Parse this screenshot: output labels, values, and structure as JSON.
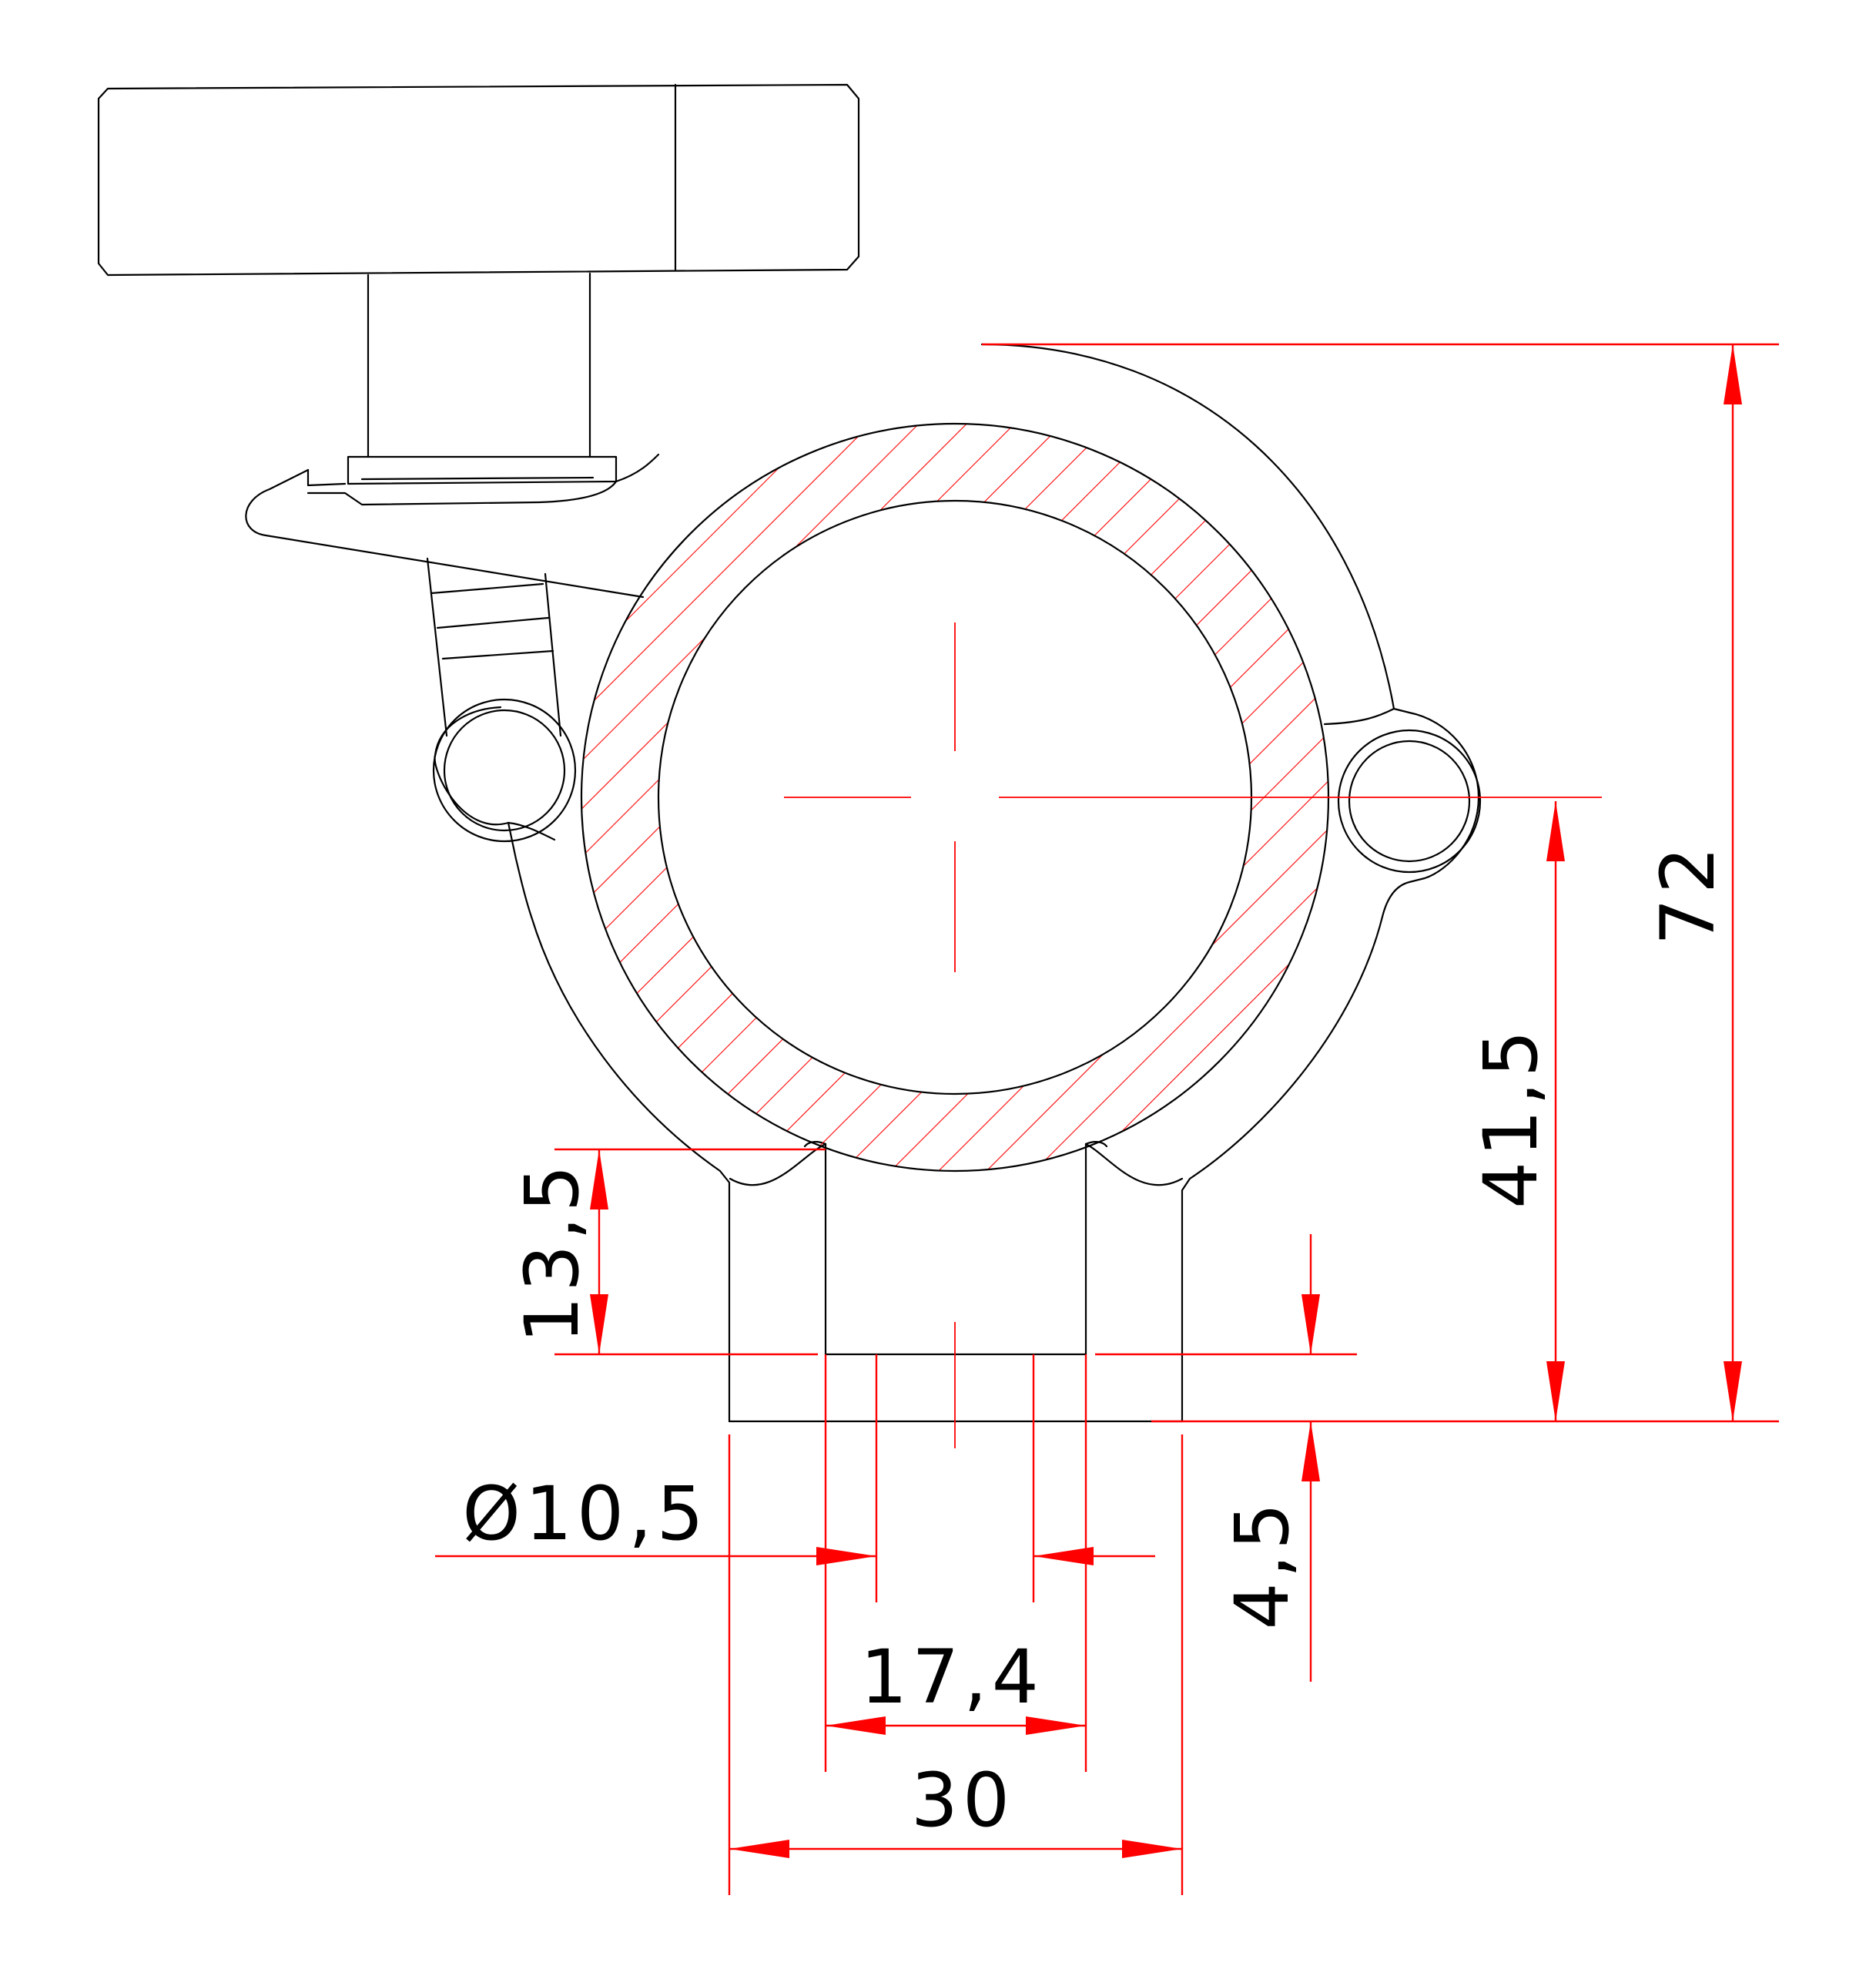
{
  "colors": {
    "outline": "#000000",
    "dimension": "#ff0000",
    "hatch": "#ff0000",
    "background": "#ffffff"
  },
  "dimensions": {
    "overall_height": "72",
    "center_height": "41,5",
    "slot_depth": "13,5",
    "hole_diameter": "Ø10,5",
    "base_thickness": "4,5",
    "slot_width": "17,4",
    "base_width": "30"
  }
}
